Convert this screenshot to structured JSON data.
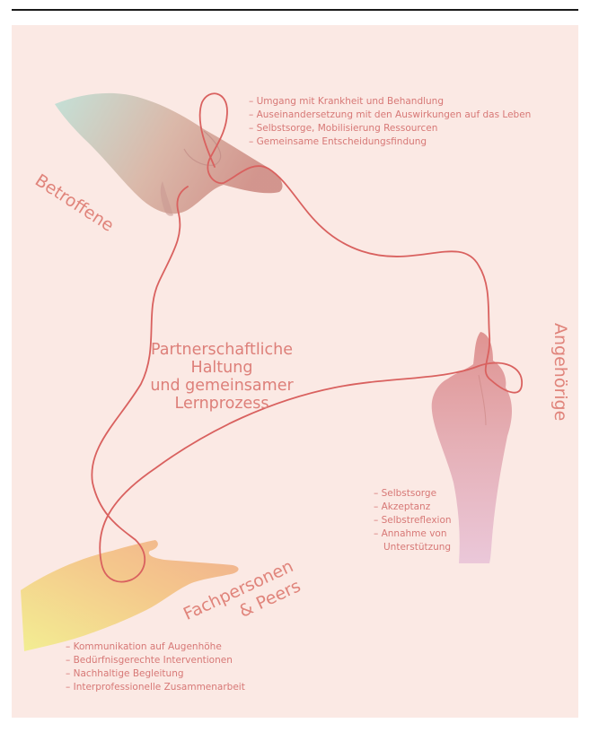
{
  "colors": {
    "background": "#fbe9e4",
    "thread": "#d9615f",
    "text": "#dd7f79"
  },
  "center": {
    "lines": [
      "Partnerschaftliche",
      "Haltung",
      "und gemeinsamer",
      "Lernprozess"
    ]
  },
  "groups": {
    "betroffene": {
      "label": "Betroffene",
      "items": [
        "Umgang mit Krankheit und Behandlung",
        "Auseinandersetzung mit den Auswirkungen auf das Leben",
        "Selbstsorge, Mobilisierung Ressourcen",
        "Gemeinsame Entscheidungsfindung"
      ]
    },
    "angehoerige": {
      "label": "Angehörige",
      "items": [
        "Selbstsorge",
        "Akzeptanz",
        "Selbstreflexion",
        "Annahme von Unterstützung"
      ]
    },
    "fachpersonen": {
      "label_line1": "Fachpersonen",
      "label_line2": "& Peers",
      "items": [
        "Kommunikation auf Augenhöhe",
        "Bedürfnisgerechte Interventionen",
        "Nachhaltige Begleitung",
        "Interprofessionelle Zusammenarbeit"
      ]
    }
  }
}
